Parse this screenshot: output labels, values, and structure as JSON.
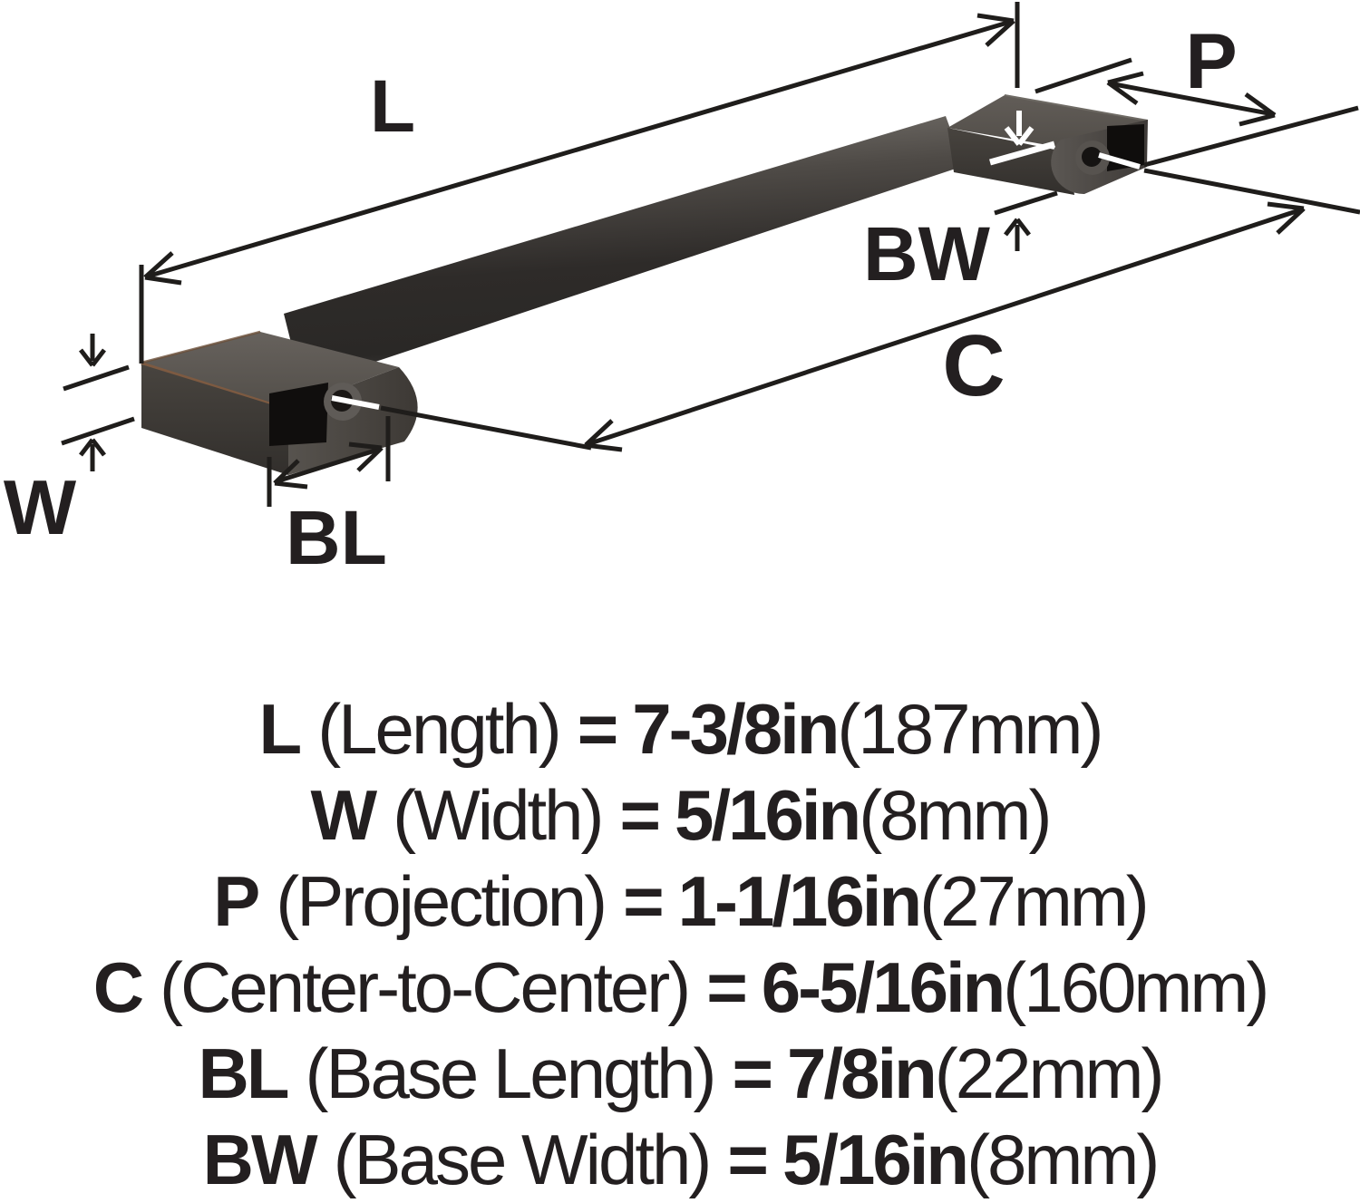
{
  "diagram_labels": {
    "length": "L",
    "width": "W",
    "projection": "P",
    "center_to_center": "C",
    "base_length": "BL",
    "base_width": "BW"
  },
  "specs": [
    {
      "symbol": "L",
      "name": "(Length)",
      "eq": "=",
      "imperial": "7-3/8in",
      "metric": "(187mm)"
    },
    {
      "symbol": "W",
      "name": "(Width)",
      "eq": "=",
      "imperial": "5/16in",
      "metric": "(8mm)"
    },
    {
      "symbol": "P",
      "name": "(Projection)",
      "eq": "=",
      "imperial": "1-1/16in",
      "metric": "(27mm)"
    },
    {
      "symbol": "C",
      "name": "(Center-to-Center)",
      "eq": "=",
      "imperial": "6-5/16in",
      "metric": "(160mm)"
    },
    {
      "symbol": "BL",
      "name": "(Base Length)",
      "eq": "=",
      "imperial": "7/8in",
      "metric": "(22mm)"
    },
    {
      "symbol": "BW",
      "name": "(Base Width)",
      "eq": "=",
      "imperial": "5/16in",
      "metric": "(8mm)"
    }
  ],
  "colors": {
    "line": "#1f1d1b",
    "text": "#231f20",
    "handle_top": "#5f5b56",
    "handle_front": "#3e3a37",
    "handle_socket": "#100e0d",
    "bronze_edge": "#7d5a41",
    "annotation_white": "#ffffff",
    "background": "#ffffff"
  }
}
